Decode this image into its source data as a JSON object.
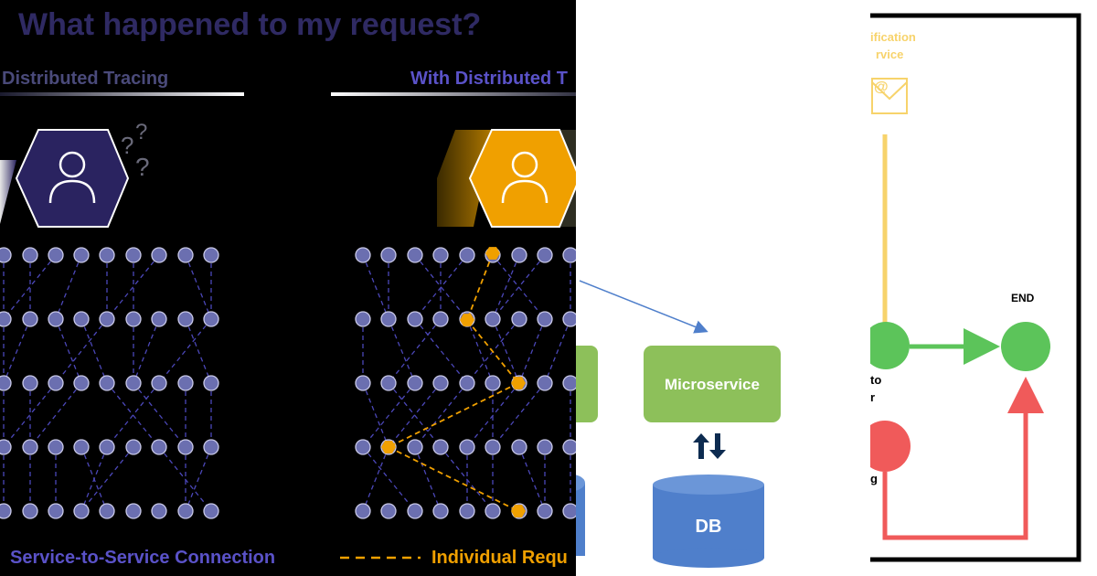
{
  "left": {
    "title": "What happened to my request?",
    "header_left": "Distributed Tracing",
    "header_right": "With Distributed T",
    "question_marks": "???",
    "legend_connection": "Service-to-Service Connection",
    "legend_request": "Individual Requ",
    "colors": {
      "title": "#2f2a63",
      "accent": "#5a52c8",
      "node": "#6b6fb0",
      "orange": "#f0a000",
      "hex_dark": "#2a2360"
    }
  },
  "middle": {
    "microservice_label": "Microservice",
    "db_label": "DB",
    "colors": {
      "green": "#8dc05a",
      "blue": "#4f7fcb",
      "arrow": "#0d2b50"
    }
  },
  "right": {
    "notification_label_line1": "ification",
    "notification_label_line2": "rvice",
    "end_label": "END",
    "mid_text_1": "to",
    "mid_text_2": "r",
    "mid_text_3": "g",
    "colors": {
      "yellow": "#f7d36b",
      "green": "#5cc45a",
      "red": "#f05a5a"
    }
  }
}
